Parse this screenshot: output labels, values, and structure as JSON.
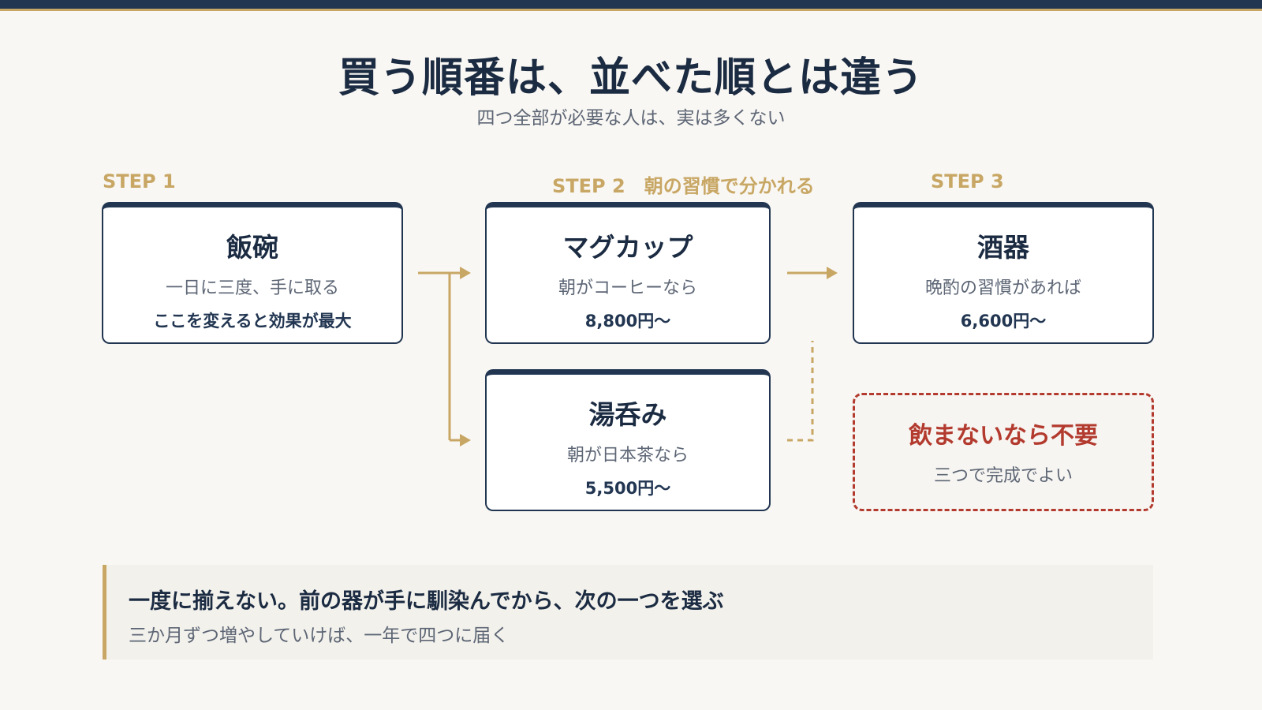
{
  "header": {
    "title": "買う順番は、並べた順とは違う",
    "subtitle": "四つ全部が必要な人は、実は多くない"
  },
  "steps": {
    "step1": "STEP 1",
    "step2": "STEP 2　朝の習慣で分かれる",
    "step3": "STEP 3"
  },
  "cards": {
    "rice_bowl": {
      "title": "飯碗",
      "desc": "一日に三度、手に取る",
      "note": "ここを変えると効果が最大"
    },
    "mug": {
      "title": "マグカップ",
      "desc": "朝がコーヒーなら",
      "price": "8,800円〜"
    },
    "teacup": {
      "title": "湯呑み",
      "desc": "朝が日本茶なら",
      "price": "5,500円〜"
    },
    "sake": {
      "title": "酒器",
      "desc": "晩酌の習慣があれば",
      "price": "6,600円〜"
    },
    "optional": {
      "title": "飲まないなら不要",
      "desc": "三つで完成でよい"
    }
  },
  "callout": {
    "main": "一度に揃えない。前の器が手に馴染んでから、次の一つを選ぶ",
    "sub": "三か月ずつ増やしていけば、一年で四つに届く"
  },
  "colors": {
    "navy": "#223652",
    "gold": "#c8a765",
    "red": "#b33a2e",
    "background": "#f9f7f3"
  }
}
